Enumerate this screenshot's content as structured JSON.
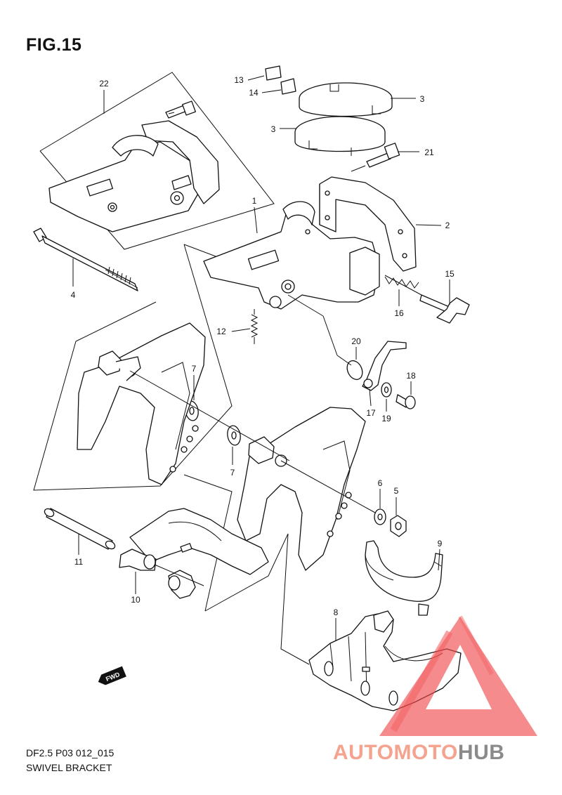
{
  "figure": {
    "title": "FIG.15",
    "code": "DF2.5 P03 012_015",
    "name": "SWIVEL BRACKET"
  },
  "callouts": [
    "1",
    "2",
    "3",
    "3",
    "4",
    "5",
    "6",
    "7",
    "7",
    "8",
    "9",
    "10",
    "11",
    "12",
    "13",
    "14",
    "15",
    "16",
    "17",
    "18",
    "19",
    "20",
    "21",
    "22"
  ],
  "direction_badge": "FWD",
  "watermark": {
    "part1": "AUTOMOTO",
    "part2": "HUB",
    "color1": "#f4a38f",
    "color2": "#8a8a8a",
    "logo_color": "#f0494b"
  }
}
